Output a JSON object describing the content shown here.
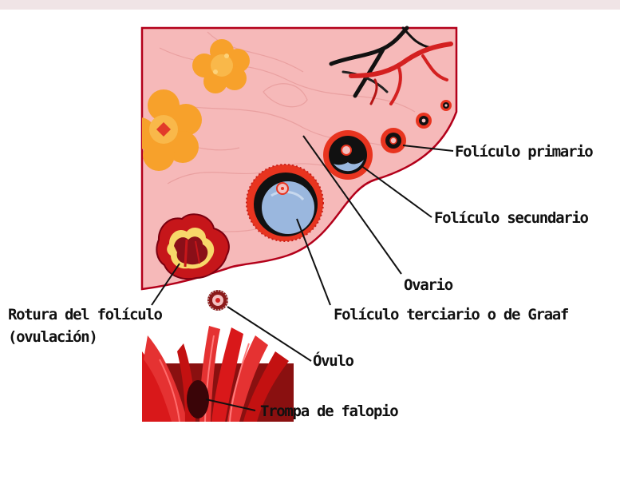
{
  "labels": {
    "foliculo_primario": "Folículo primario",
    "foliculo_secundario": "Folículo secundario",
    "ovario": "Ovario",
    "foliculo_terciario": "Folículo terciario o de Graaf",
    "rotura_line1": "Rotura del folículo",
    "rotura_line2": "(ovulación)",
    "ovulo": "Óvulo",
    "trompa": "Trompa de falopio"
  },
  "colors": {
    "tissue": "#f6b9b9",
    "tissue_edge": "#b3001a",
    "follicle_ring": "#e8341f",
    "antrum": "#9ab7de",
    "flower": "#f7a12b",
    "tube": "#d9181a"
  }
}
